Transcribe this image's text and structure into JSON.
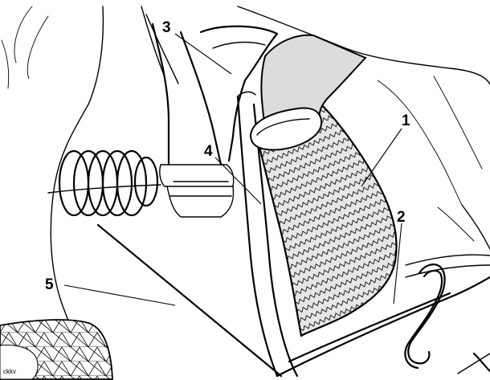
{
  "callouts": [
    {
      "id": "1",
      "text": "1"
    },
    {
      "id": "2",
      "text": "2"
    },
    {
      "id": "3",
      "text": "3"
    },
    {
      "id": "4",
      "text": "4"
    },
    {
      "id": "5",
      "text": "5"
    }
  ],
  "figure_code": "ckkv",
  "colors": {
    "line": "#000000",
    "background": "#ffffff",
    "hose_cap": "#dcdcdc",
    "mesh_fill": "#e6e6e6"
  }
}
